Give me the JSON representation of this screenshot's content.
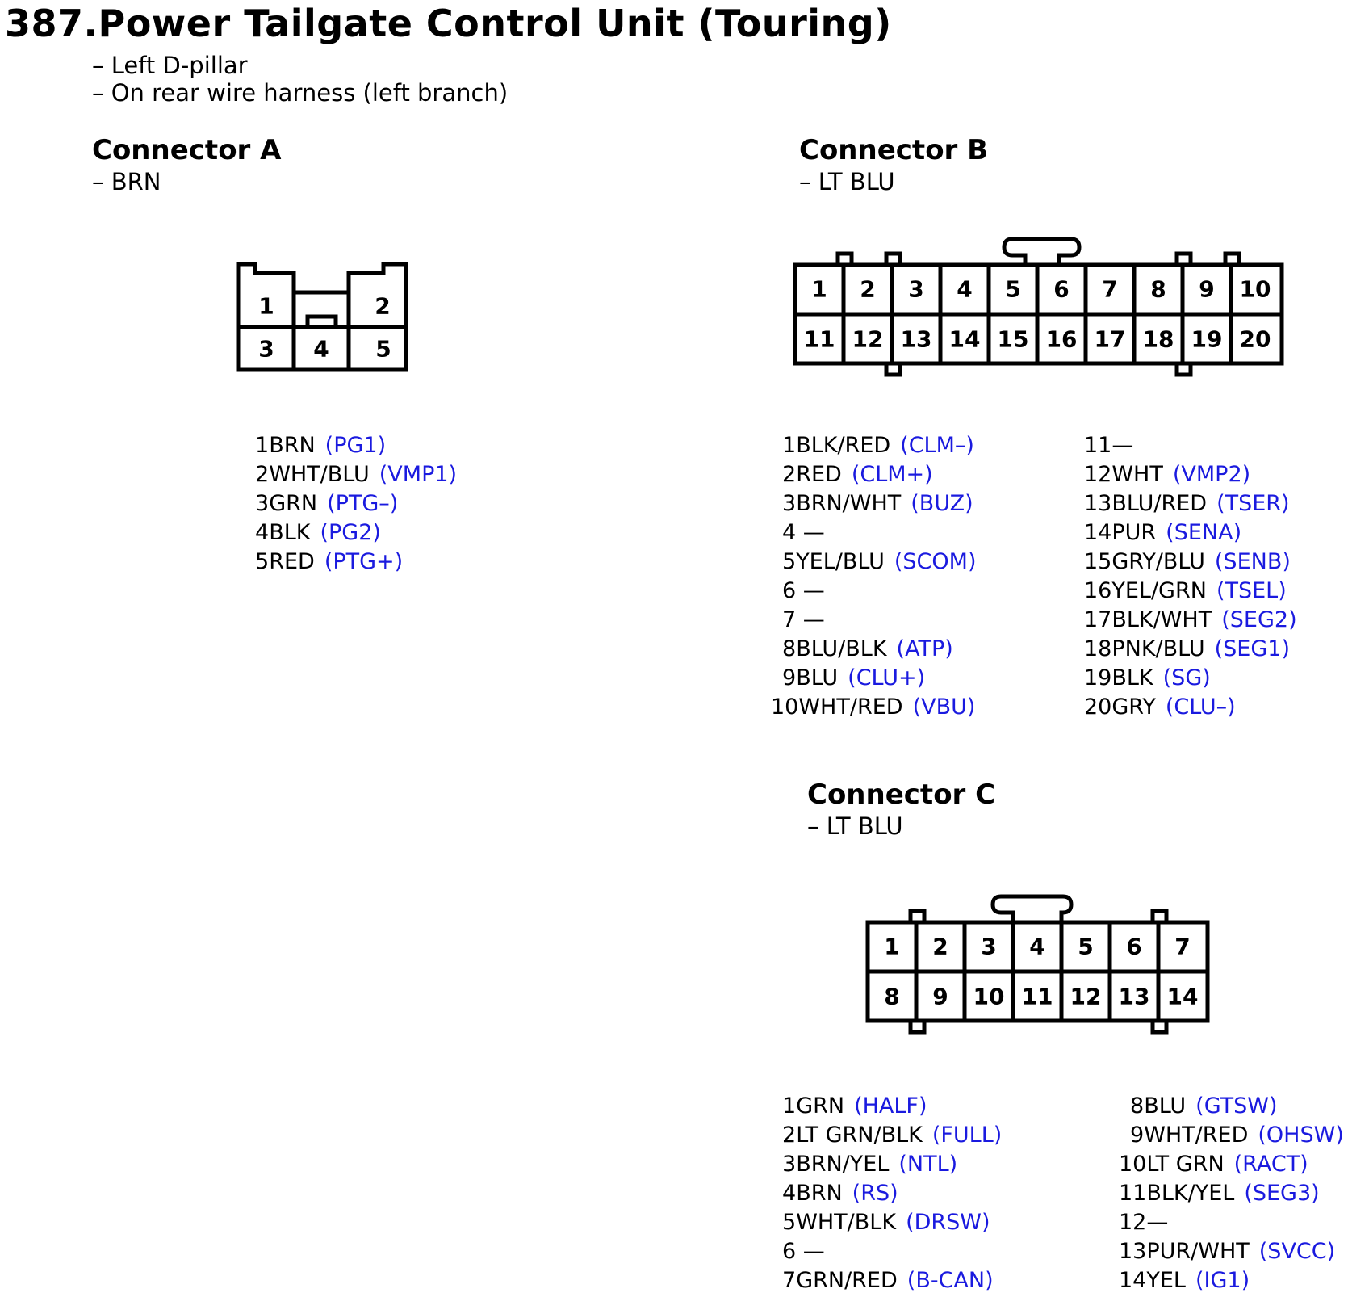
{
  "page": {
    "title": "387.Power Tailgate Control Unit (Touring)",
    "locations": [
      "– Left D-pillar",
      "– On rear wire harness (left branch)"
    ]
  },
  "connector_a": {
    "heading": "Connector A",
    "color": "– BRN",
    "cavity_labels": [
      "1",
      "2",
      "3",
      "4",
      "5"
    ],
    "pins": [
      {
        "num": "1",
        "wire": "BRN",
        "signal": "(PG1)"
      },
      {
        "num": "2",
        "wire": "WHT/BLU",
        "signal": "(VMP1)"
      },
      {
        "num": "3",
        "wire": "GRN",
        "signal": "(PTG–)"
      },
      {
        "num": "4",
        "wire": "BLK",
        "signal": "(PG2)"
      },
      {
        "num": "5",
        "wire": "RED",
        "signal": "(PTG+)"
      }
    ]
  },
  "connector_b": {
    "heading": "Connector B",
    "color": "– LT BLU",
    "cavity_labels": [
      "1",
      "2",
      "3",
      "4",
      "5",
      "6",
      "7",
      "8",
      "9",
      "10",
      "11",
      "12",
      "13",
      "14",
      "15",
      "16",
      "17",
      "18",
      "19",
      "20"
    ],
    "pins_left": [
      {
        "num": "1",
        "wire": "BLK/RED",
        "signal": "(CLM–)"
      },
      {
        "num": "2",
        "wire": "RED",
        "signal": "(CLM+)"
      },
      {
        "num": "3",
        "wire": "BRN/WHT",
        "signal": "(BUZ)"
      },
      {
        "num": "4",
        "wire": " —",
        "signal": ""
      },
      {
        "num": "5",
        "wire": "YEL/BLU",
        "signal": "(SCOM)"
      },
      {
        "num": "6",
        "wire": " —",
        "signal": ""
      },
      {
        "num": "7",
        "wire": " —",
        "signal": ""
      },
      {
        "num": "8",
        "wire": "BLU/BLK",
        "signal": "(ATP)"
      },
      {
        "num": "9",
        "wire": "BLU",
        "signal": "(CLU+)"
      },
      {
        "num": "10",
        "wire": "WHT/RED",
        "signal": "(VBU)"
      }
    ],
    "pins_right": [
      {
        "num": "11",
        "wire": "—",
        "signal": ""
      },
      {
        "num": "12",
        "wire": "WHT",
        "signal": "(VMP2)"
      },
      {
        "num": "13",
        "wire": "BLU/RED",
        "signal": "(TSER)"
      },
      {
        "num": "14",
        "wire": "PUR",
        "signal": "(SENA)"
      },
      {
        "num": "15",
        "wire": "GRY/BLU",
        "signal": "(SENB)"
      },
      {
        "num": "16",
        "wire": "YEL/GRN",
        "signal": "(TSEL)"
      },
      {
        "num": "17",
        "wire": "BLK/WHT",
        "signal": "(SEG2)"
      },
      {
        "num": "18",
        "wire": "PNK/BLU",
        "signal": "(SEG1)"
      },
      {
        "num": "19",
        "wire": "BLK",
        "signal": "(SG)"
      },
      {
        "num": "20",
        "wire": "GRY",
        "signal": "(CLU–)"
      }
    ]
  },
  "connector_c": {
    "heading": "Connector C",
    "color": "– LT BLU",
    "cavity_labels": [
      "1",
      "2",
      "3",
      "4",
      "5",
      "6",
      "7",
      "8",
      "9",
      "10",
      "11",
      "12",
      "13",
      "14"
    ],
    "pins_left": [
      {
        "num": "1",
        "wire": "GRN",
        "signal": "(HALF)"
      },
      {
        "num": "2",
        "wire": "LT GRN/BLK",
        "signal": "(FULL)"
      },
      {
        "num": "3",
        "wire": "BRN/YEL",
        "signal": "(NTL)"
      },
      {
        "num": "4",
        "wire": "BRN",
        "signal": "(RS)"
      },
      {
        "num": "5",
        "wire": "WHT/BLK",
        "signal": "(DRSW)"
      },
      {
        "num": "6",
        "wire": " —",
        "signal": ""
      },
      {
        "num": "7",
        "wire": "GRN/RED",
        "signal": "(B-CAN)"
      }
    ],
    "pins_right": [
      {
        "num": "8",
        "wire": "BLU",
        "signal": "(GTSW)"
      },
      {
        "num": "9",
        "wire": "WHT/RED",
        "signal": "(OHSW)"
      },
      {
        "num": "10",
        "wire": "LT GRN",
        "signal": "(RACT)"
      },
      {
        "num": "11",
        "wire": "BLK/YEL",
        "signal": "(SEG3)"
      },
      {
        "num": "12",
        "wire": "—",
        "signal": ""
      },
      {
        "num": "13",
        "wire": "PUR/WHT",
        "signal": "(SVCC)"
      },
      {
        "num": "14",
        "wire": "YEL",
        "signal": "(IG1)"
      }
    ]
  },
  "colors": {
    "signal": "#1a1adf",
    "line": "#000000"
  }
}
